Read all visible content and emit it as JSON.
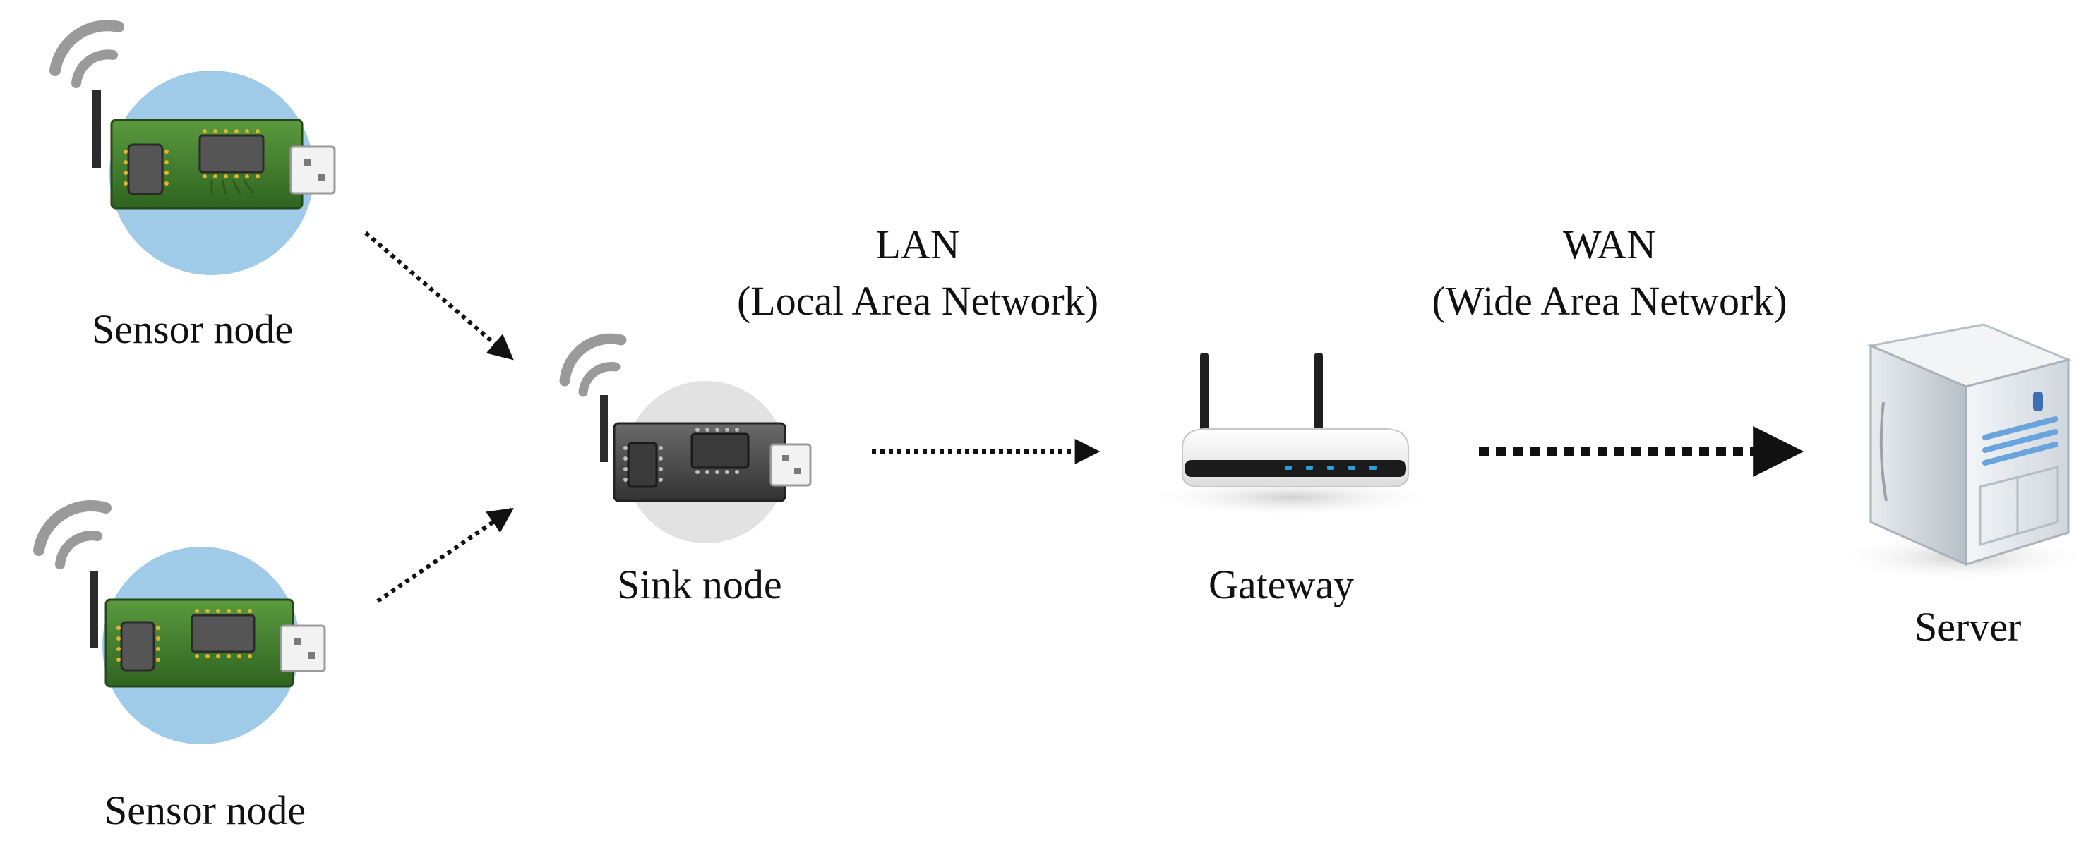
{
  "labels": {
    "sensor_node_top": "Sensor node",
    "sensor_node_bottom": "Sensor node",
    "sink_node": "Sink node",
    "gateway": "Gateway",
    "server": "Server",
    "lan_title": "LAN",
    "lan_subtitle": "(Local Area Network)",
    "wan_title": "WAN",
    "wan_subtitle": "(Wide Area Network)"
  },
  "icons": {
    "sensor_node": "sensor-board-icon",
    "sink_node": "sink-board-icon",
    "gateway": "wireless-router-icon",
    "server": "server-tower-icon",
    "wireless": "wireless-signal-icon"
  },
  "colors": {
    "sensor_circle": "#9fcbe8",
    "sensor_board": "#3f7a2c",
    "sink_circle": "#e2e2e2",
    "sink_board": "#4a4a4a",
    "router_body": "#f4f4f4",
    "router_leds": "#2aa0e0",
    "server_panel": "#6aa4dd",
    "arrow": "#111111"
  }
}
